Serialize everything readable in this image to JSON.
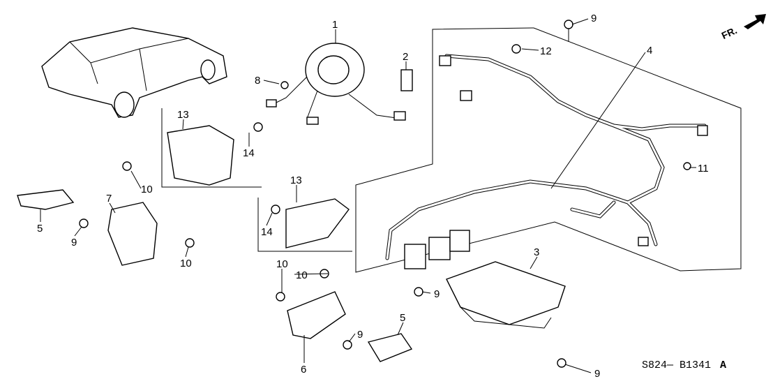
{
  "diagram": {
    "callouts": [
      "1",
      "2",
      "8",
      "13",
      "14",
      "10",
      "7",
      "5",
      "9",
      "10",
      "13",
      "14",
      "4",
      "9",
      "12",
      "11",
      "3",
      "10",
      "10",
      "9",
      "5",
      "9",
      "6",
      "9"
    ],
    "part_code": "S824— B1341",
    "revision": "A",
    "direction_arrow": "FR."
  }
}
